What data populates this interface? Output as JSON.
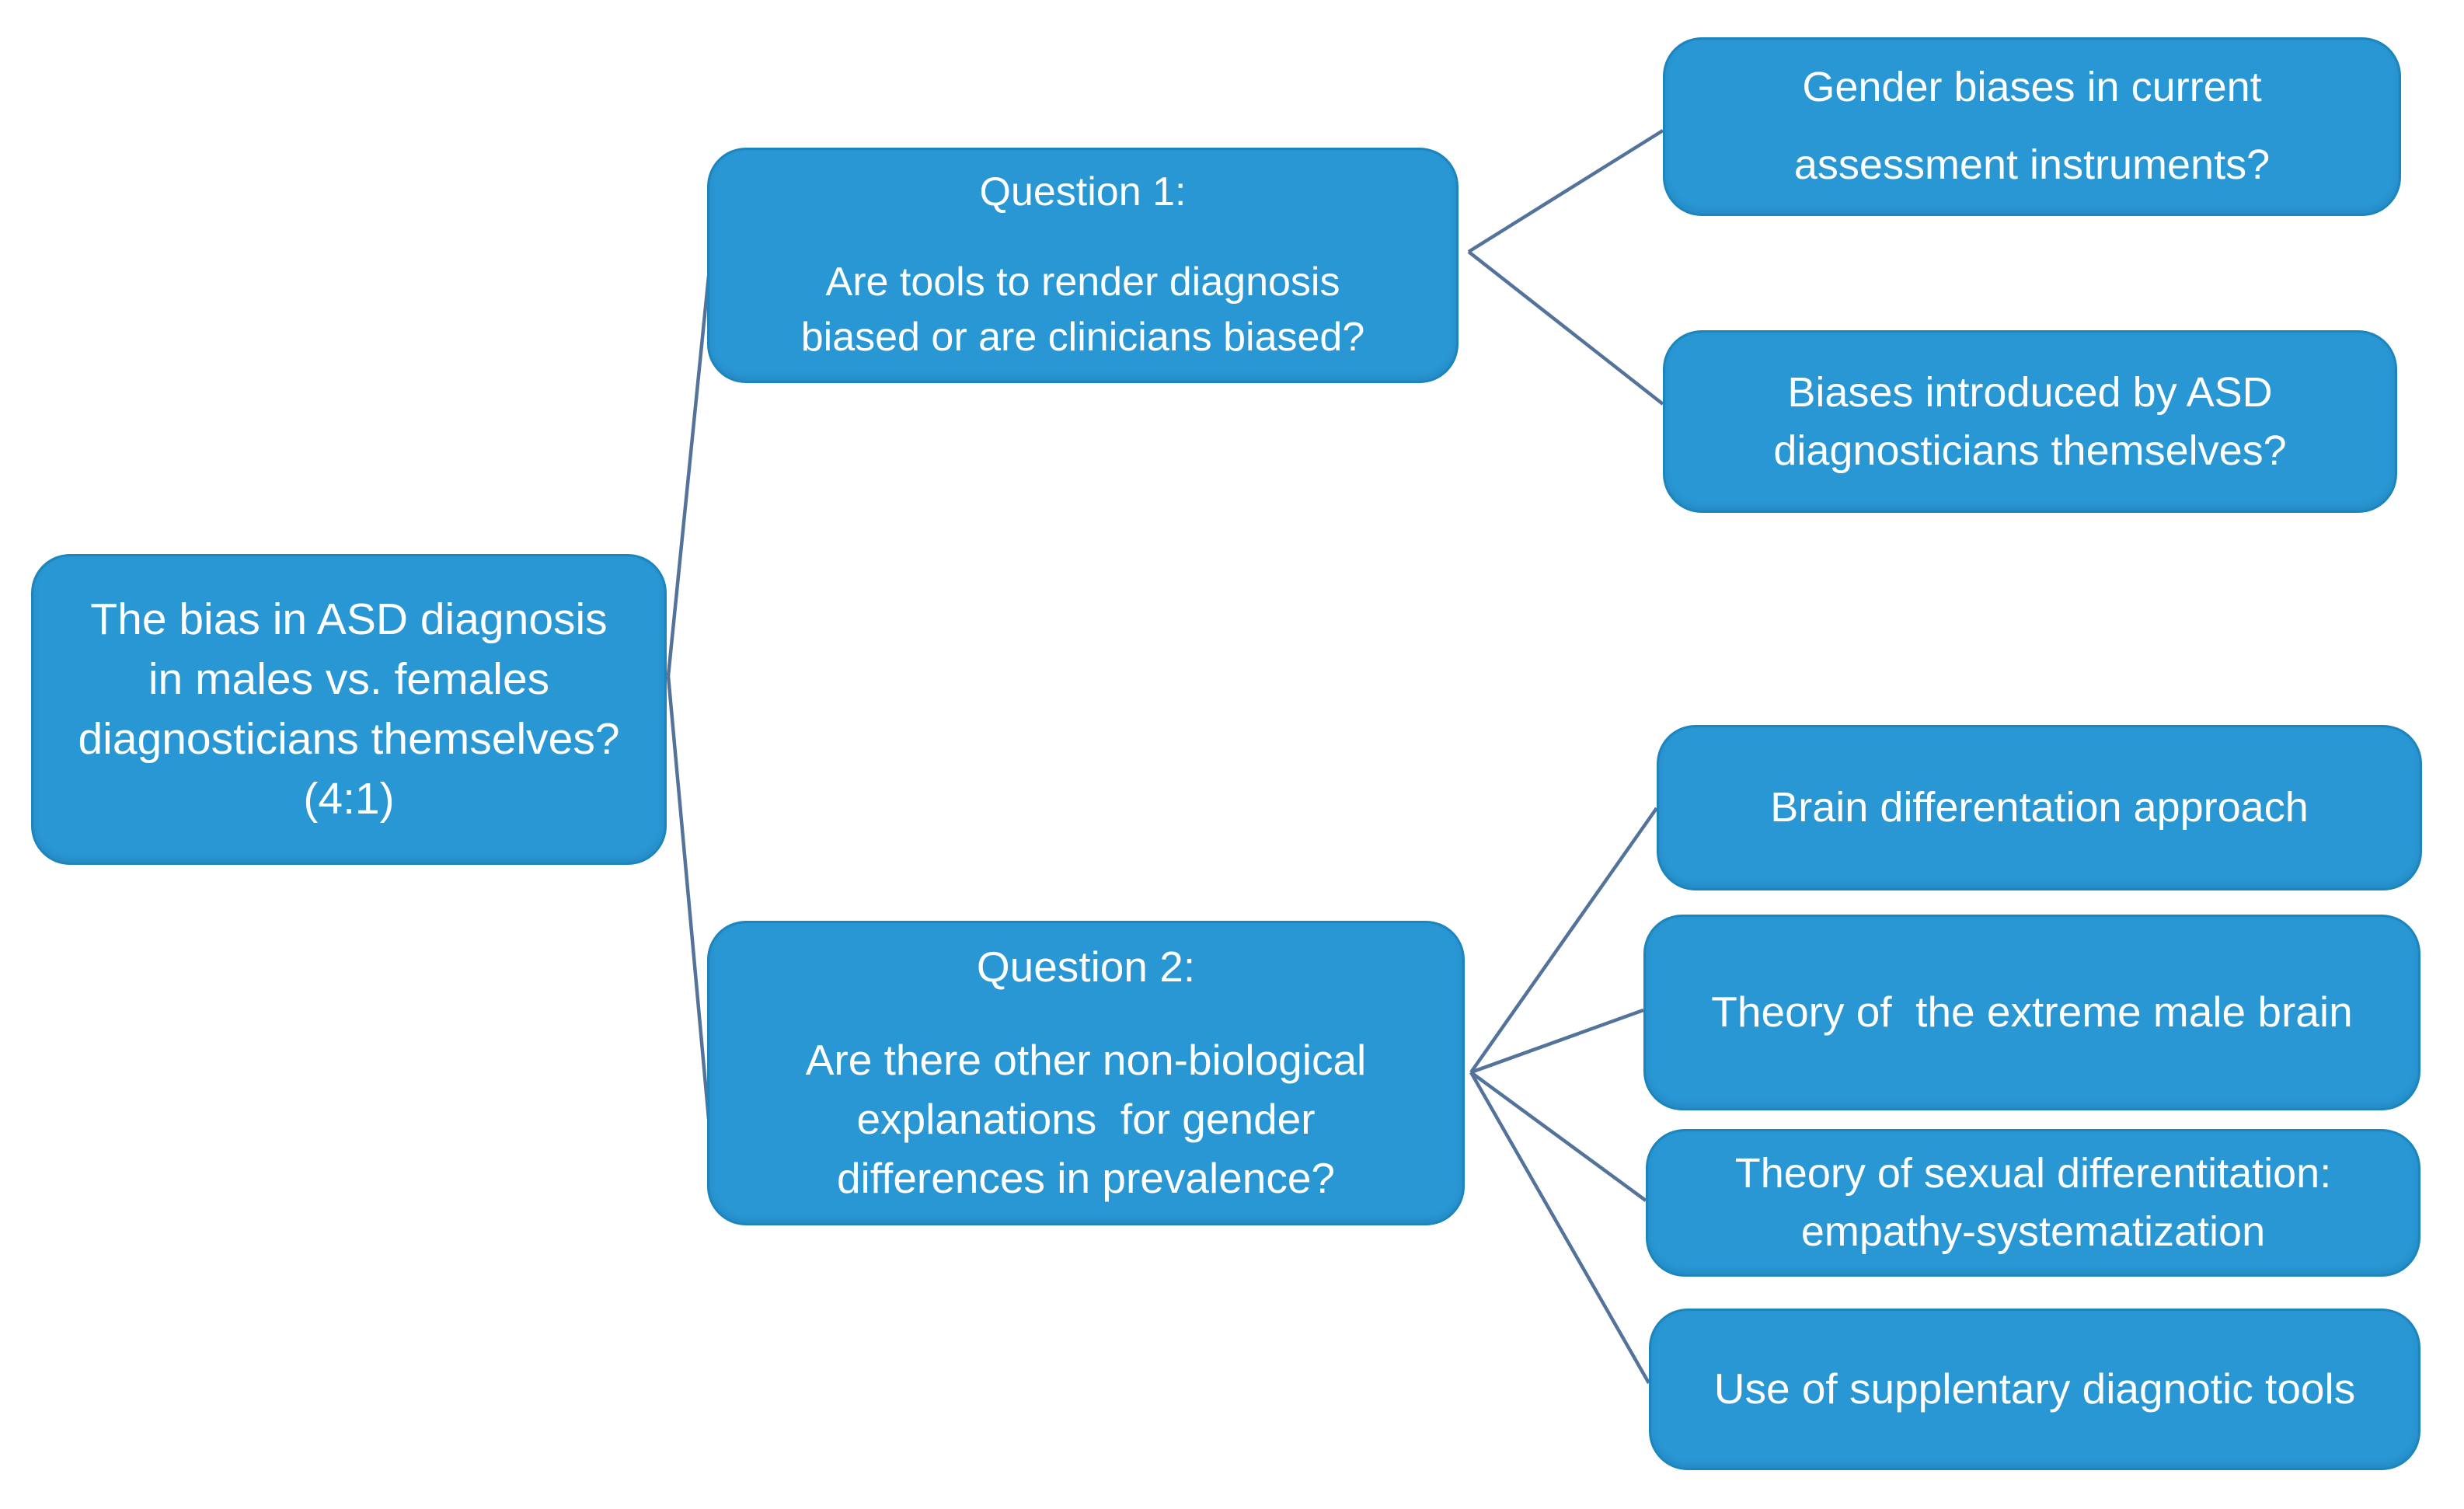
{
  "diagram": {
    "background_color": "#ffffff",
    "node_fill_color": "#2997d3",
    "node_border_color": "#1476ac",
    "node_text_color": "#ffffff",
    "connector_color": "#53739a",
    "nodes": [
      {
        "id": "root",
        "lines": [
          "The bias in ASD diagnosis",
          "in males vs. females",
          "diagnosticians themselves?",
          "(4:1)"
        ]
      },
      {
        "id": "q1",
        "title": "Question 1:",
        "lines": [
          "Are tools to render diagnosis",
          "biased or are clinicians biased?"
        ]
      },
      {
        "id": "q2",
        "title": "Question 2:",
        "lines": [
          "Are there other non-biological",
          "explanations  for gender",
          "differences in prevalence?"
        ]
      },
      {
        "id": "r1",
        "lines": [
          "Gender biases in current",
          "assessment instruments?"
        ]
      },
      {
        "id": "r2",
        "lines": [
          "Biases introduced by ASD",
          "diagnosticians themselves?"
        ]
      },
      {
        "id": "r3",
        "lines": [
          "Brain differentation approach"
        ]
      },
      {
        "id": "r4",
        "lines": [
          "Theory of  the extreme male brain"
        ]
      },
      {
        "id": "r5",
        "lines": [
          "Theory of sexual differentitation:",
          "empathy-systematization"
        ]
      },
      {
        "id": "r6",
        "lines": [
          "Use of supplentary diagnotic tools"
        ]
      }
    ],
    "edges": [
      {
        "from": "root",
        "to": "q1"
      },
      {
        "from": "root",
        "to": "q2"
      },
      {
        "from": "q1",
        "to": "r1"
      },
      {
        "from": "q1",
        "to": "r2"
      },
      {
        "from": "q2",
        "to": "r3"
      },
      {
        "from": "q2",
        "to": "r4"
      },
      {
        "from": "q2",
        "to": "r5"
      },
      {
        "from": "q2",
        "to": "r6"
      }
    ]
  }
}
